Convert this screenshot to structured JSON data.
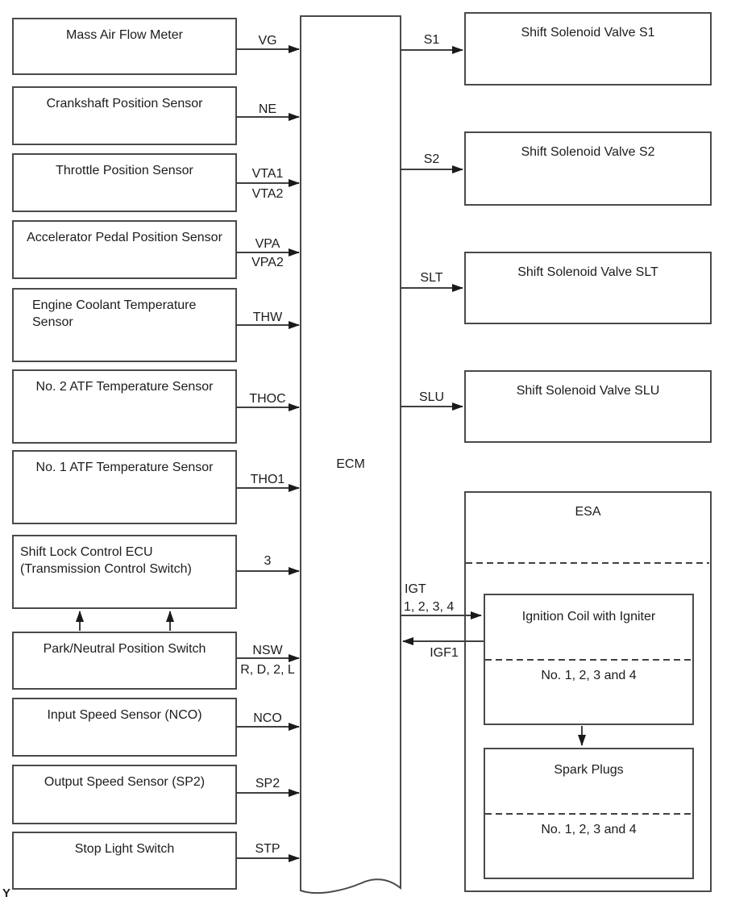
{
  "colors": {
    "background": "#ffffff",
    "line": "#404040",
    "border": "#4a4a4a",
    "text": "#1c1c1c"
  },
  "ecm": {
    "label": "ECM"
  },
  "inputs": [
    {
      "label": "Mass Air Flow Meter",
      "signal": "VG"
    },
    {
      "label": "Crankshaft Position Sensor",
      "signal": "NE"
    },
    {
      "label": "Throttle Position Sensor",
      "signal": "VTA1",
      "signal2": "VTA2"
    },
    {
      "label": "Accelerator Pedal Position Sensor",
      "signal": "VPA",
      "signal2": "VPA2"
    },
    {
      "label": "Engine Coolant Temperature Sensor",
      "signal": "THW"
    },
    {
      "label": "No. 2 ATF Temperature Sensor",
      "signal": "THOC"
    },
    {
      "label": "No. 1 ATF Temperature Sensor",
      "signal": "THO1"
    },
    {
      "label": "Shift Lock Control ECU (Transmission Control Switch)",
      "signal": "3"
    },
    {
      "label": "Park/Neutral Position Switch",
      "signal": "NSW",
      "signal2": "R, D, 2, L"
    },
    {
      "label": "Input Speed Sensor (NCO)",
      "signal": "NCO"
    },
    {
      "label": "Output Speed Sensor (SP2)",
      "signal": "SP2"
    },
    {
      "label": "Stop Light Switch",
      "signal": "STP"
    }
  ],
  "outputs": [
    {
      "label": "Shift Solenoid Valve S1",
      "signal": "S1"
    },
    {
      "label": "Shift Solenoid Valve S2",
      "signal": "S2"
    },
    {
      "label": "Shift Solenoid Valve SLT",
      "signal": "SLT"
    },
    {
      "label": "Shift Solenoid Valve SLU",
      "signal": "SLU"
    }
  ],
  "esa": {
    "label": "ESA",
    "igt_line1": "IGT",
    "igt_line2": "1, 2, 3, 4",
    "igf": "IGF1",
    "ignition_coil": {
      "title": "Ignition Coil with Igniter",
      "subtitle": "No. 1, 2, 3 and 4"
    },
    "spark_plugs": {
      "title": "Spark Plugs",
      "subtitle": "No. 1, 2, 3 and 4"
    }
  },
  "footnote": "Y"
}
